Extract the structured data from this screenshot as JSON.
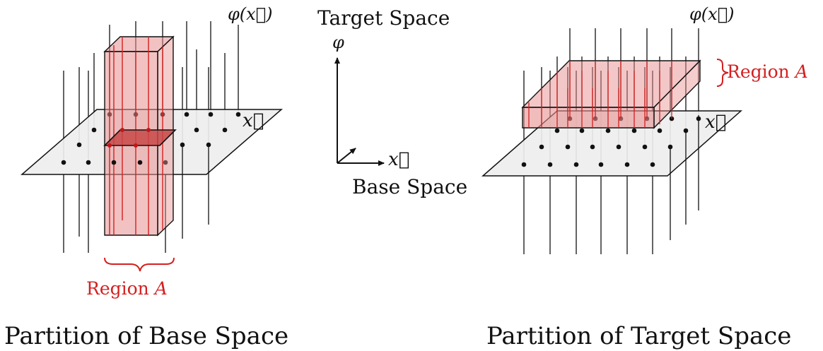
{
  "left_panel": {
    "field_label": "φ(x⃗)",
    "plane_label": "x⃗",
    "region_label": {
      "text": "Region ",
      "var": "A"
    },
    "caption": "Partition of Base Space"
  },
  "center_legend": {
    "title": "Target Space",
    "vertical_axis_label": "φ",
    "horizontal_axis_label": "x⃗",
    "bottom_label": "Base Space"
  },
  "right_panel": {
    "field_label": "φ(x⃗)",
    "plane_label": "x⃗",
    "region_label": {
      "text": "Region ",
      "var": "A"
    },
    "caption": "Partition of Target Space"
  },
  "colors": {
    "region": "#d42020",
    "region_fill": "#e89090",
    "plane_fill": "#eeeeee",
    "ink": "#111111"
  }
}
